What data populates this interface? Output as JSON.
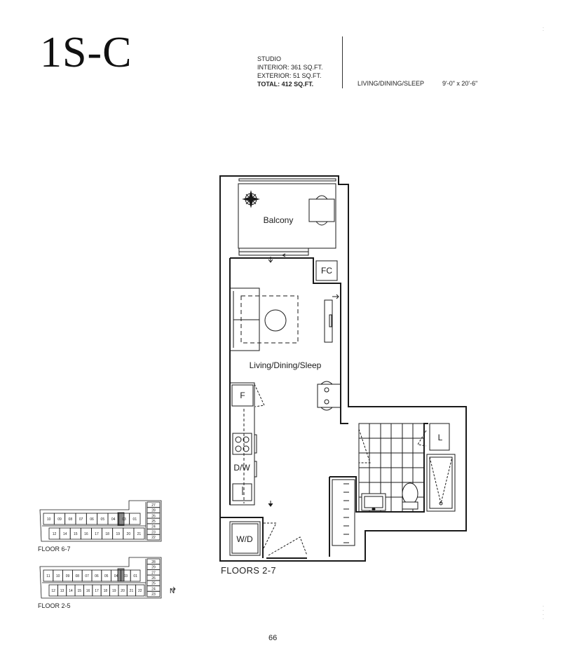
{
  "unit_name": "1S-C",
  "specs": {
    "type": "STUDIO",
    "interior": "INTERIOR: 361 SQ.FT.",
    "exterior": "EXTERIOR: 51 SQ.FT.",
    "total": "TOTAL: 412 SQ.FT."
  },
  "room_dimensions": {
    "name": "LIVING/DINING/SLEEP",
    "size": "9'-0\" x 20'-6\""
  },
  "plan_labels": {
    "balcony": "Balcony",
    "fc": "FC",
    "living": "Living/Dining/Sleep",
    "fridge": "F",
    "dishwasher": "D/W",
    "washer_dryer": "W/D",
    "linen": "L"
  },
  "floors_label": "FLOORS 2-7",
  "key_plans": {
    "upper": {
      "label": "FLOOR 6-7",
      "right_units": [
        "27",
        "28",
        "26",
        "25",
        "24",
        "23",
        "22"
      ],
      "top_units": [
        "10",
        "09",
        "08",
        "07",
        "06",
        "05",
        "04",
        "03",
        "01"
      ],
      "bottom_units": [
        "12",
        "14",
        "15",
        "16",
        "17",
        "18",
        "19",
        "20",
        "21"
      ]
    },
    "lower": {
      "label": "FLOOR 2-5",
      "right_units": [
        "28",
        "29",
        "27",
        "26",
        "25",
        "24",
        "23"
      ],
      "top_units": [
        "11",
        "10",
        "09",
        "08",
        "07",
        "06",
        "05",
        "04",
        "03",
        "01"
      ],
      "bottom_units": [
        "12",
        "13",
        "14",
        "15",
        "16",
        "17",
        "18",
        "19",
        "20",
        "21",
        "22"
      ]
    }
  },
  "north_label": "N",
  "page_number": "66",
  "colors": {
    "line": "#1a1a1a",
    "highlight": "#8a8a8a"
  }
}
